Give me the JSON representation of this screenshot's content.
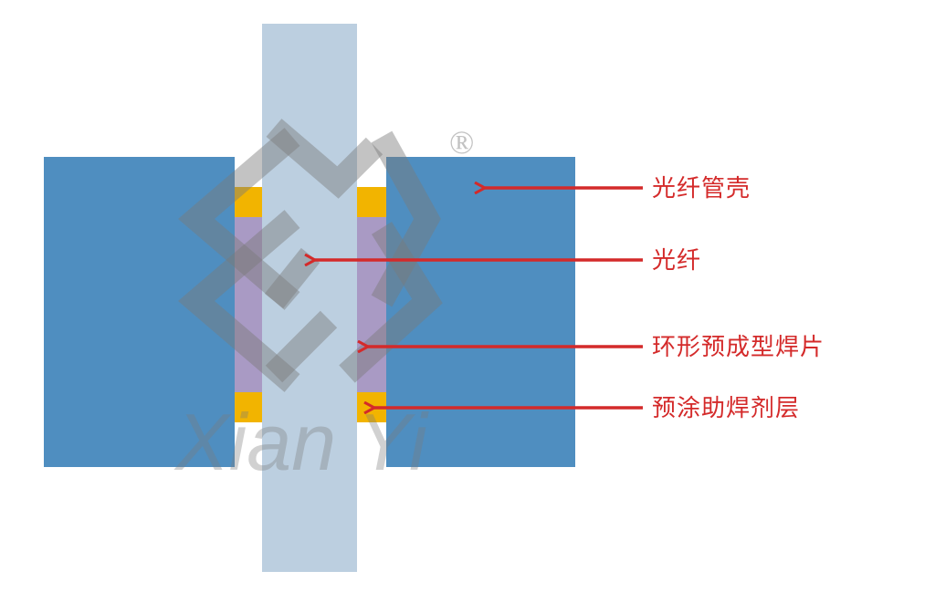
{
  "labels": {
    "housing": "光纤管壳",
    "fiber": "光纤",
    "preform": "环形预成型焊片",
    "flux": "预涂助焊剂层"
  },
  "watermark": {
    "text": "Xian Yi",
    "mark": "®"
  },
  "colors": {
    "housing": "#4f8ec0",
    "fiber": "#bccfe0",
    "preform": "#a99ac4",
    "flux": "#f2b400",
    "arrow": "#d42a2a",
    "watermark": "#7a7a7a"
  }
}
